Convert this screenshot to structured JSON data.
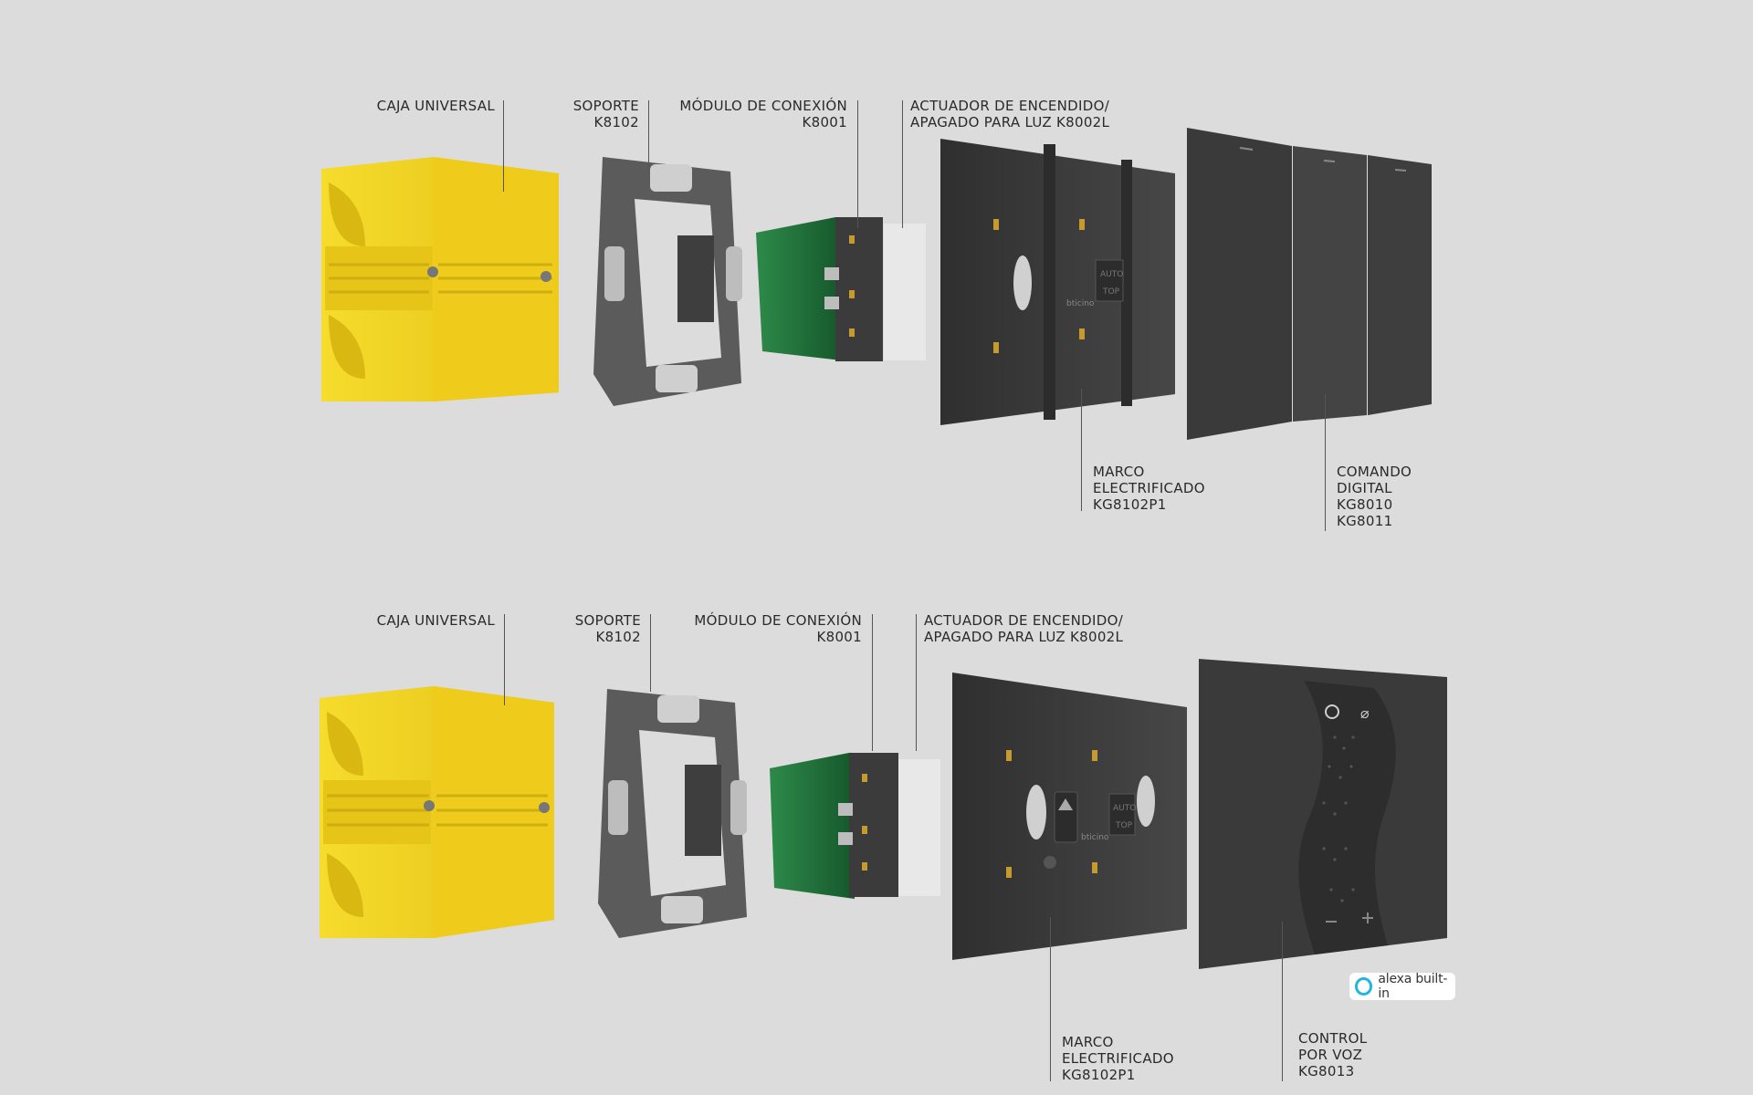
{
  "top": {
    "caja": [
      "CAJA UNIVERSAL"
    ],
    "soporte": [
      "SOPORTE",
      "K8102"
    ],
    "modulo": [
      "MÓDULO DE CONEXIÓN",
      "K8001"
    ],
    "actuador": [
      "ACTUADOR DE ENCENDIDO/",
      "APAGADO PARA LUZ K8002L"
    ],
    "marco": [
      "MARCO",
      "ELECTRIFICADO",
      "KG8102P1"
    ],
    "comando": [
      "COMANDO",
      "DIGITAL",
      "KG8010",
      "KG8011"
    ]
  },
  "bottom": {
    "caja": [
      "CAJA UNIVERSAL"
    ],
    "soporte": [
      "SOPORTE",
      "K8102"
    ],
    "modulo": [
      "MÓDULO DE CONEXIÓN",
      "K8001"
    ],
    "actuador": [
      "ACTUADOR DE ENCENDIDO/",
      "APAGADO PARA LUZ K8002L"
    ],
    "marco": [
      "MARCO",
      "ELECTRIFICADO",
      "KG8102P1"
    ],
    "control": [
      "CONTROL",
      "POR VOZ",
      "KG8013"
    ]
  },
  "device_marks": {
    "auto_top": [
      "AUTO",
      "TOP"
    ],
    "brand": "bticino"
  },
  "badge": {
    "text": "alexa built-in"
  },
  "colors": {
    "background": "#dcdcdc",
    "box_yellow": "#f2d21c",
    "support_gray": "#5b5b5b",
    "module_green": "#1f6b38",
    "plate_dark": "#3a3a3a",
    "alexa_blue": "#1fb6e0"
  }
}
